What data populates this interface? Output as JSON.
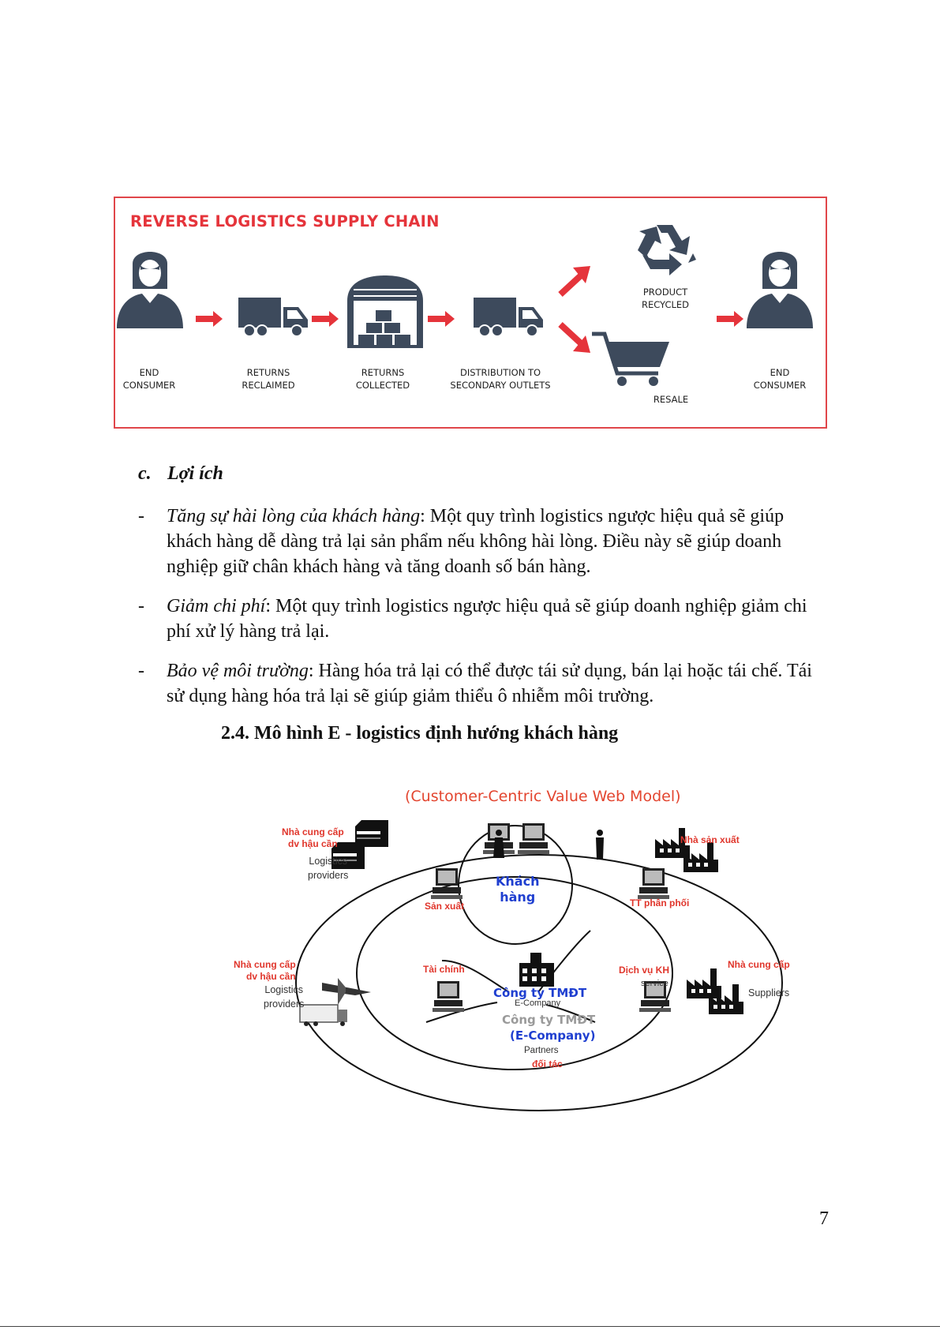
{
  "figure1": {
    "title": "REVERSE LOGISTICS SUPPLY CHAIN",
    "steps": [
      {
        "line1": "END",
        "line2": "CONSUMER",
        "icon": "person-icon"
      },
      {
        "line1": "RETURNS",
        "line2": "RECLAIMED",
        "icon": "truck-icon"
      },
      {
        "line1": "RETURNS",
        "line2": "COLLECTED",
        "icon": "warehouse-icon"
      },
      {
        "line1": "DISTRIBUTION TO",
        "line2": "SECONDARY OUTLETS",
        "icon": "truck-icon"
      },
      {
        "line1": "PRODUCT",
        "line2": "RECYCLED",
        "icon": "recycle-icon"
      },
      {
        "line1": "RESALE",
        "line2": "",
        "icon": "shopping-cart-icon"
      },
      {
        "line1": "END",
        "line2": "CONSUMER",
        "icon": "person-icon"
      }
    ],
    "colors": {
      "accent": "#e5343b",
      "icon": "#3d4a5c"
    }
  },
  "section_c": {
    "label": "c.",
    "title": "Lợi ích",
    "bullets": [
      {
        "term": "Tăng sự hài lòng của khách hàng",
        "text": ": Một quy trình logistics ngược hiệu quả sẽ giúp khách hàng dễ dàng trả lại sản phẩm nếu không hài lòng. Điều này sẽ giúp doanh nghiệp giữ chân khách hàng và tăng doanh số bán hàng."
      },
      {
        "term": "Giảm chi phí",
        "text": ": Một quy trình logistics ngược hiệu quả sẽ giúp doanh nghiệp giảm chi phí xử lý hàng trả lại."
      },
      {
        "term": "Bảo vệ môi trường",
        "text": ": Hàng hóa trả lại có thể được tái sử dụng, bán lại hoặc tái chế. Tái sử dụng hàng hóa trả lại sẽ giúp giảm thiểu ô nhiễm môi trường."
      }
    ]
  },
  "section_2_4": {
    "heading": "2.4. Mô hình E - logistics định hướng khách hàng"
  },
  "figure2": {
    "title": "(Customer-Centric Value Web Model)",
    "labels": {
      "logistics_vn_top_1": "Nhà cung cấp",
      "logistics_vn_top_2": "dv hậu cần",
      "logistics_en_top_1": "Logistics",
      "logistics_en_top_2": "providers",
      "manufacturer_vn": "Nhà sản xuất",
      "customer_1": "Khách",
      "customer_2": "hàng",
      "production": "Sản xuất",
      "distribution": "TT phân phối",
      "finance": "Tài chính",
      "customer_service_vn": "Dịch vụ KH",
      "customer_service_en": "service",
      "company_vn": "Công ty TMĐT",
      "company_en": "E-Company",
      "company_vn_2": "Công ty TMĐT",
      "company_en_2": "(E-Company)",
      "partners_en": "Partners",
      "partners_vn": "đối tác",
      "logistics_vn_bottom_1": "Nhà cung cấp",
      "logistics_vn_bottom_2": "dv hậu cần",
      "logistics_en_bottom_1": "Logistics",
      "logistics_en_bottom_2": "providers",
      "supplier_vn": "Nhà cung cấp",
      "supplier_en": "Suppliers"
    }
  },
  "page_number": "7"
}
